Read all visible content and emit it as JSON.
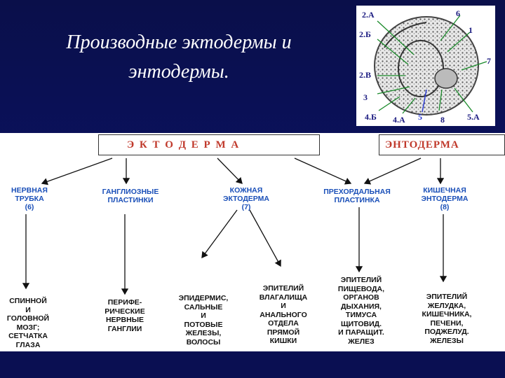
{
  "slide": {
    "title_line1": "Производные эктодермы и",
    "title_line2": "энтодермы."
  },
  "micrograph_labels": [
    "2.А",
    "6",
    "2.Б",
    "1",
    "7",
    "2.В",
    "3",
    "4.Б",
    "4.А",
    "5",
    "8",
    "5.А"
  ],
  "diagram": {
    "ectoderm_header": "Э К Т О Д Е Р М А",
    "endoderm_header": "ЭНТОДЕРМА",
    "sources": [
      "НЕРВНАЯ\nТРУБКА\n(6)",
      "ГАНГЛИОЗНЫЕ\nПЛАСТИНКИ",
      "КОЖНАЯ\nЭКТОДЕРМА\n(7)",
      "ПРЕХОРДАЛЬНАЯ\nПЛАСТИНКА",
      "КИШЕЧНАЯ\nЭНТОДЕРМА\n(8)"
    ],
    "derivatives": [
      "СПИННОЙ\nИ\nГОЛОВНОЙ\nМОЗГ;\nСЕТЧАТКА\nГЛАЗА",
      "ПЕРИФЕ-\nРИЧЕСКИЕ\nНЕРВНЫЕ\nГАНГЛИИ",
      "ЭПИДЕРМИС,\nСАЛЬНЫЕ\nИ\nПОТОВЫЕ\nЖЕЛЕЗЫ,\nВОЛОСЫ",
      "ЭПИТЕЛИЙ\nВЛАГАЛИЩА\nИ\nАНАЛЬНОГО\nОТДЕЛА\nПРЯМОЙ\nКИШКИ",
      "ЭПИТЕЛИЙ\nПИЩЕВОДА,\nОРГАНОВ\nДЫХАНИЯ,\nТИМУСА\nЩИТОВИД.\nИ ПАРАЩИТ.\nЖЕЛЕЗ",
      "ЭПИТЕЛИЙ\nЖЕЛУДКА,\nКИШЕЧНИКА,\nПЕЧЕНИ,\nПОДЖЕЛУД.\nЖЕЛЕЗЫ"
    ]
  },
  "colors": {
    "background": "#0b1263",
    "header_text": "#c0392b",
    "source_text": "#1a4fb8",
    "derivative_text": "#111111"
  }
}
